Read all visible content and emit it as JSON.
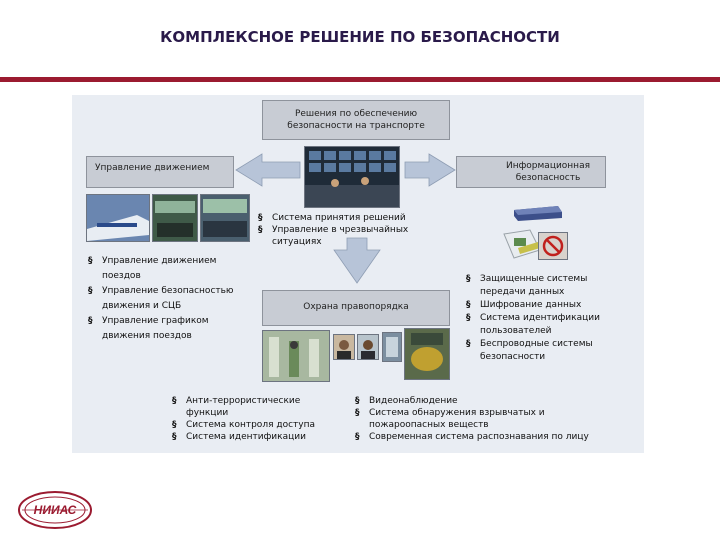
{
  "slide": {
    "title": "КОМПЛЕКСНОЕ РЕШЕНИЕ ПО БЕЗОПАСНОСТИ",
    "colors": {
      "rule": "#9b1b30",
      "panel": "#e9edf3",
      "box": "#c8ccd4",
      "arrow": "#b7c4d8"
    }
  },
  "diagram": {
    "center_top": "Решения по обеспечению безопасности на транспорте",
    "left_box": "Управление движением",
    "right_box": "Информационная безопасность",
    "center_box": "Охрана правопорядка",
    "center_list": [
      "Система принятия решений",
      "Управление в чрезвычайных ситуациях"
    ],
    "left_list": [
      "Управление движением поездов",
      "Управление безопасностью движения и СЦБ",
      "Управление графиком движения поездов"
    ],
    "right_list": [
      "Защищенные системы передачи данных",
      "Шифрование данных",
      "Система идентификации пользователей",
      "Беспроводные системы безопасности"
    ],
    "bottom_left_list": [
      "Анти-террористические функции",
      "Система контроля доступа",
      "Система идентификации"
    ],
    "bottom_right_list": [
      "Видеонаблюдение",
      "Система обнаружения взрывчатых и пожароопасных веществ",
      "Современная система распознавания по лицу"
    ]
  },
  "logo": {
    "text": "НИИАС",
    "icon": "logo-icon"
  }
}
